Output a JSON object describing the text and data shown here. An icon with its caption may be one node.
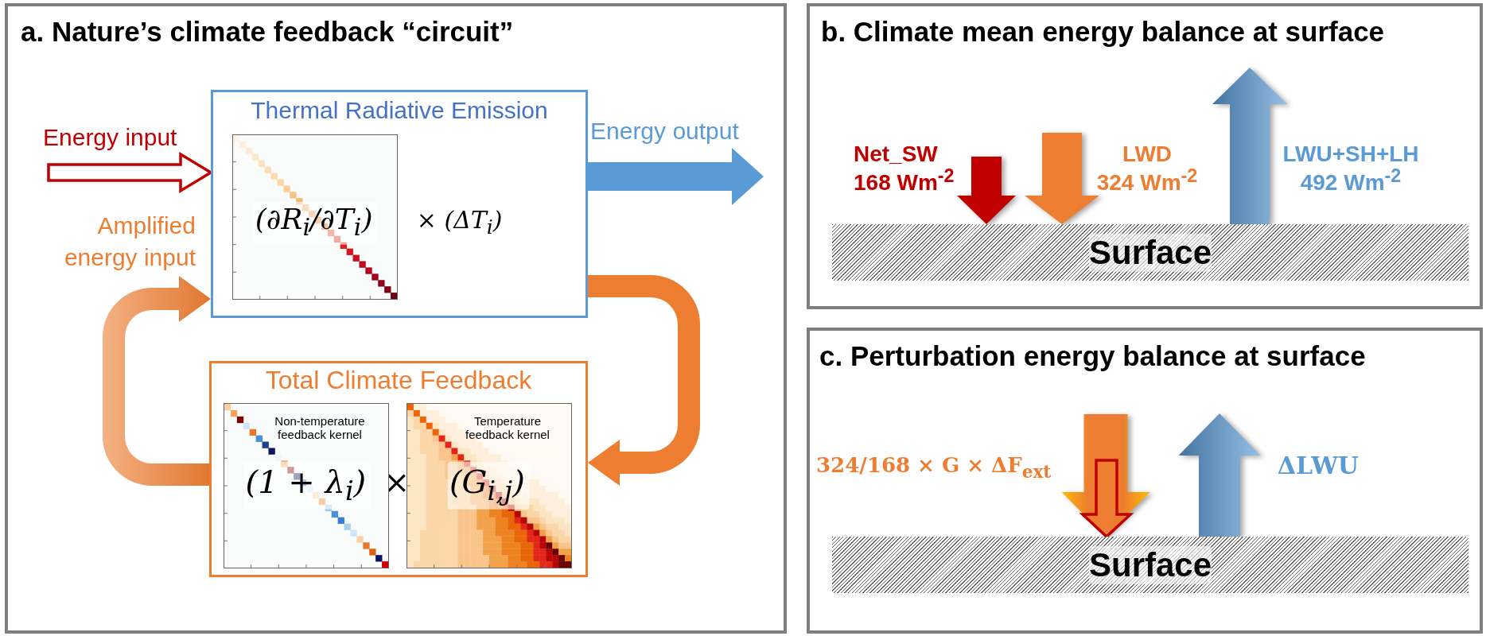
{
  "diagram": {
    "nodes": [
      {
        "text": [
          "a. Nature’s climate feedback “circuit”"
        ]
      },
      {
        "text": [
          "Thermal Radiative Emission",
          "× (ΔT$_{i}$)"
        ],
        "in": 0
      },
      {
        "text": [
          "(∂R$_{i}$/∂T$_{i}$)"
        ],
        "in": 1
      },
      {
        "text": [
          "Total Climate Feedback",
          "×"
        ],
        "in": 0
      },
      {
        "text": [
          "Non-temperature feedback kernel",
          "(1 + λ$_{i}$)"
        ],
        "in": 3
      },
      {
        "text": [
          "Temperature feedback kernel",
          "(G$_{i,j}$)"
        ],
        "in": 3
      },
      {
        "text": [
          "b. Climate mean energy balance at surface"
        ]
      },
      {
        "text": [
          "Surface"
        ],
        "in": 6
      },
      {
        "text": [
          "c. Perturbation energy balance at surface"
        ]
      },
      {
        "text": [
          "Surface"
        ],
        "in": 8
      }
    ],
    "edges": [
      {
        "from": null,
        "to": 1,
        "arrow": "to",
        "label": "Energy input",
        "color": "#c00000"
      },
      {
        "from": 1,
        "to": null,
        "arrow": "to",
        "label": "Energy output",
        "color": "#5b9bd5"
      },
      {
        "from": 1,
        "to": 3,
        "arrow": "to"
      },
      {
        "from": 3,
        "to": 1,
        "arrow": "to",
        "label": "Amplified energy input"
      },
      {
        "from": null,
        "to": 7,
        "arrow": "to",
        "label": "Net_SW 168 Wm$^{-2}$",
        "color": "#c00000"
      },
      {
        "from": null,
        "to": 7,
        "arrow": "to",
        "label": "LWD 324 Wm$^{-2}$"
      },
      {
        "from": 7,
        "to": null,
        "arrow": "to",
        "label": "LWU+SH+LH 492 Wm$^{-2}$",
        "color": "#5b9bd5"
      },
      {
        "from": null,
        "to": 9,
        "arrow": "to",
        "label": "324/168 × G × ΔF$_{ext}$"
      },
      {
        "from": null,
        "to": 9,
        "arrow": "to",
        "color": "#c00000"
      },
      {
        "from": 9,
        "to": null,
        "arrow": "to",
        "label": "ΔLWU",
        "color": "#5b9bd5"
      }
    ]
  }
}
